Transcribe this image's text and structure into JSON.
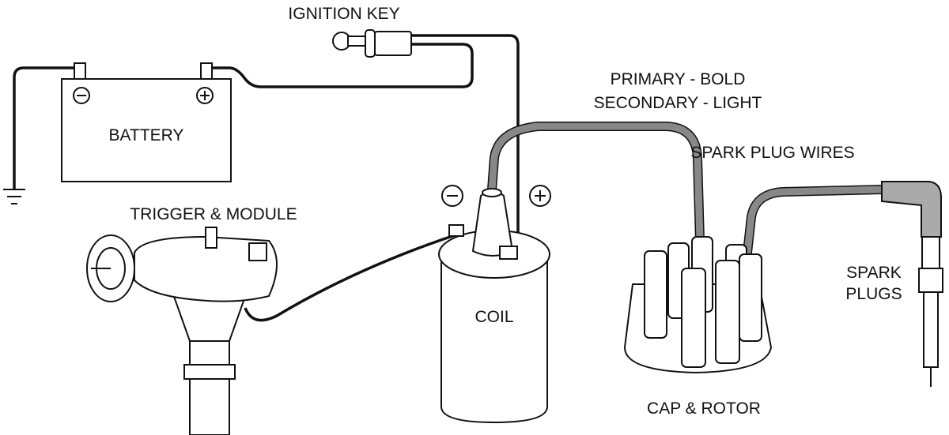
{
  "labels": {
    "ignition_key": "IGNITION KEY",
    "primary": "PRIMARY - BOLD",
    "secondary": "SECONDARY - LIGHT",
    "spark_plug_wires": "SPARK PLUG WIRES",
    "battery": "BATTERY",
    "trigger_module": "TRIGGER & MODULE",
    "coil": "COIL",
    "spark_plugs_line1": "SPARK",
    "spark_plugs_line2": "PLUGS",
    "cap_rotor": "CAP & ROTOR"
  },
  "symbols": {
    "negative": "−",
    "positive": "+"
  },
  "colors": {
    "primary_wire": "#111111",
    "secondary_wire": "#888888"
  }
}
